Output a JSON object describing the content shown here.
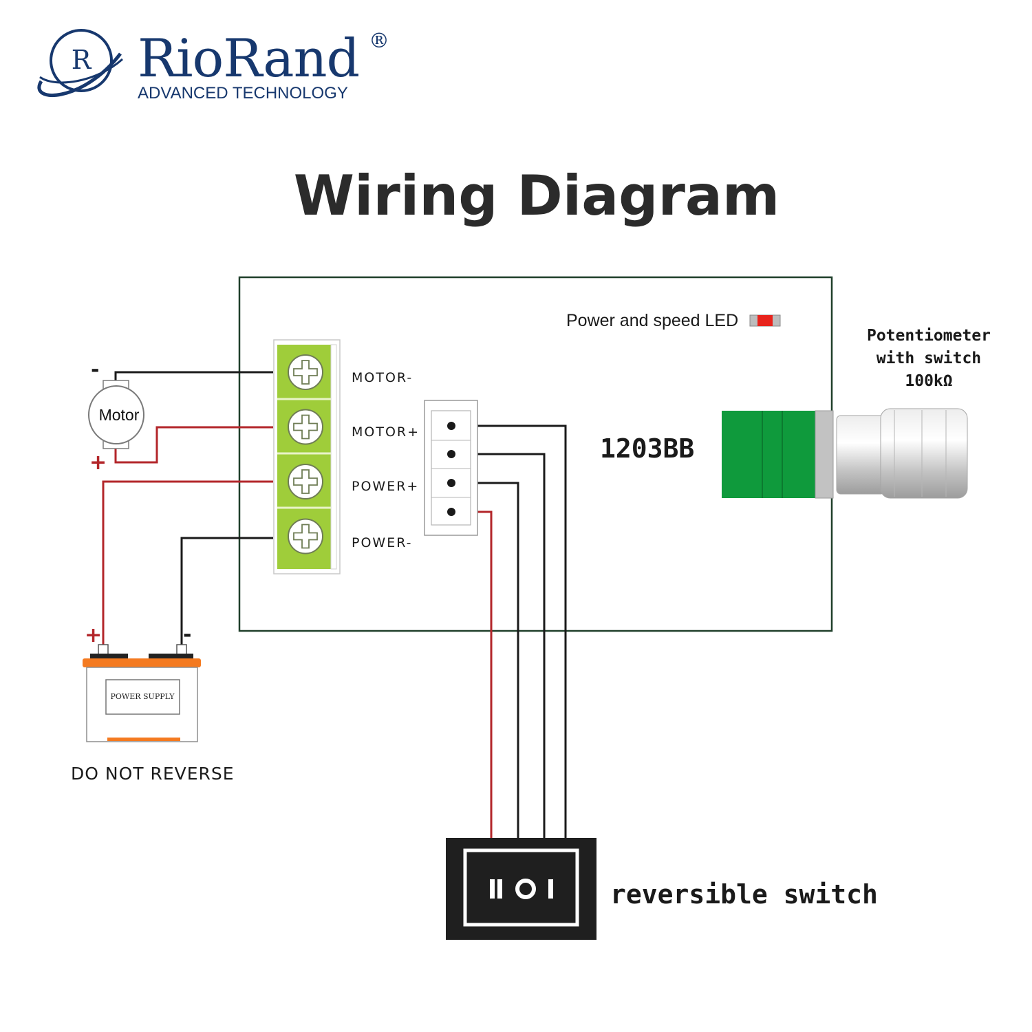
{
  "logo": {
    "mark_letter": "R",
    "name": "RioRand",
    "registered": "®",
    "tagline": "ADVANCED TECHNOLOGY"
  },
  "title": "Wiring Diagram",
  "controller": {
    "model": "1203BB",
    "led_label": "Power and speed LED",
    "terminals": [
      "MOTOR-",
      "MOTOR+",
      "POWER+",
      "POWER-"
    ]
  },
  "potentiometer": {
    "label_lines": [
      "Potentiometer",
      "with switch",
      "100kΩ"
    ]
  },
  "motor": {
    "label": "Motor",
    "minus_sign": "-",
    "plus_sign": "+"
  },
  "power_supply": {
    "label": "POWER SUPPLY",
    "plus_sign": "+",
    "minus_sign": "-",
    "warning": "DO NOT REVERSE"
  },
  "switch": {
    "label": "reversible switch"
  },
  "colors": {
    "logo_blue": "#17386e",
    "wire_red": "#b3262a",
    "wire_black": "#1a1a1a",
    "terminal_green": "#9fcd3a",
    "pot_green": "#0f9a3c",
    "battery_orange": "#f47a20",
    "led_red": "#e8231c"
  },
  "icons": [
    "riorand-logo-icon",
    "motor-icon",
    "battery-icon",
    "screw-terminal-icon",
    "potentiometer-icon",
    "rocker-switch-icon",
    "led-icon"
  ]
}
